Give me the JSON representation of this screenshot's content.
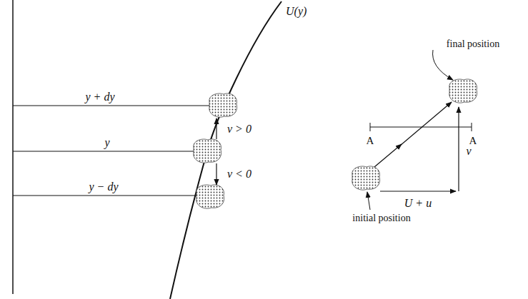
{
  "diagram": {
    "labels": [
      "U(y)",
      "y + dy",
      "y",
      "y − dy",
      "v > 0",
      "v < 0",
      "A",
      "A",
      "U + u",
      "v",
      "final position",
      "initial position"
    ]
  }
}
